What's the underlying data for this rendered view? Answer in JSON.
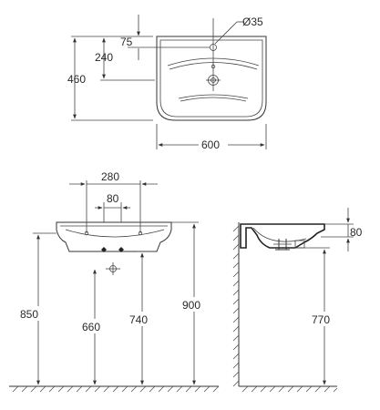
{
  "top_view": {
    "dim_overall_depth": "460",
    "dim_tap_to_waste": "240",
    "dim_tap_from_back": "75",
    "dim_tap_hole_diameter": "Ø35",
    "dim_width": "600"
  },
  "front_view": {
    "dim_waste_spacing": "280",
    "dim_tap_spacing": "80",
    "dim_rim_height": "850",
    "dim_waste_height": "660",
    "dim_inlet_height": "740",
    "dim_overall_height": "900"
  },
  "side_view": {
    "dim_bowl_depth": "80",
    "dim_bracket_height": "770"
  }
}
